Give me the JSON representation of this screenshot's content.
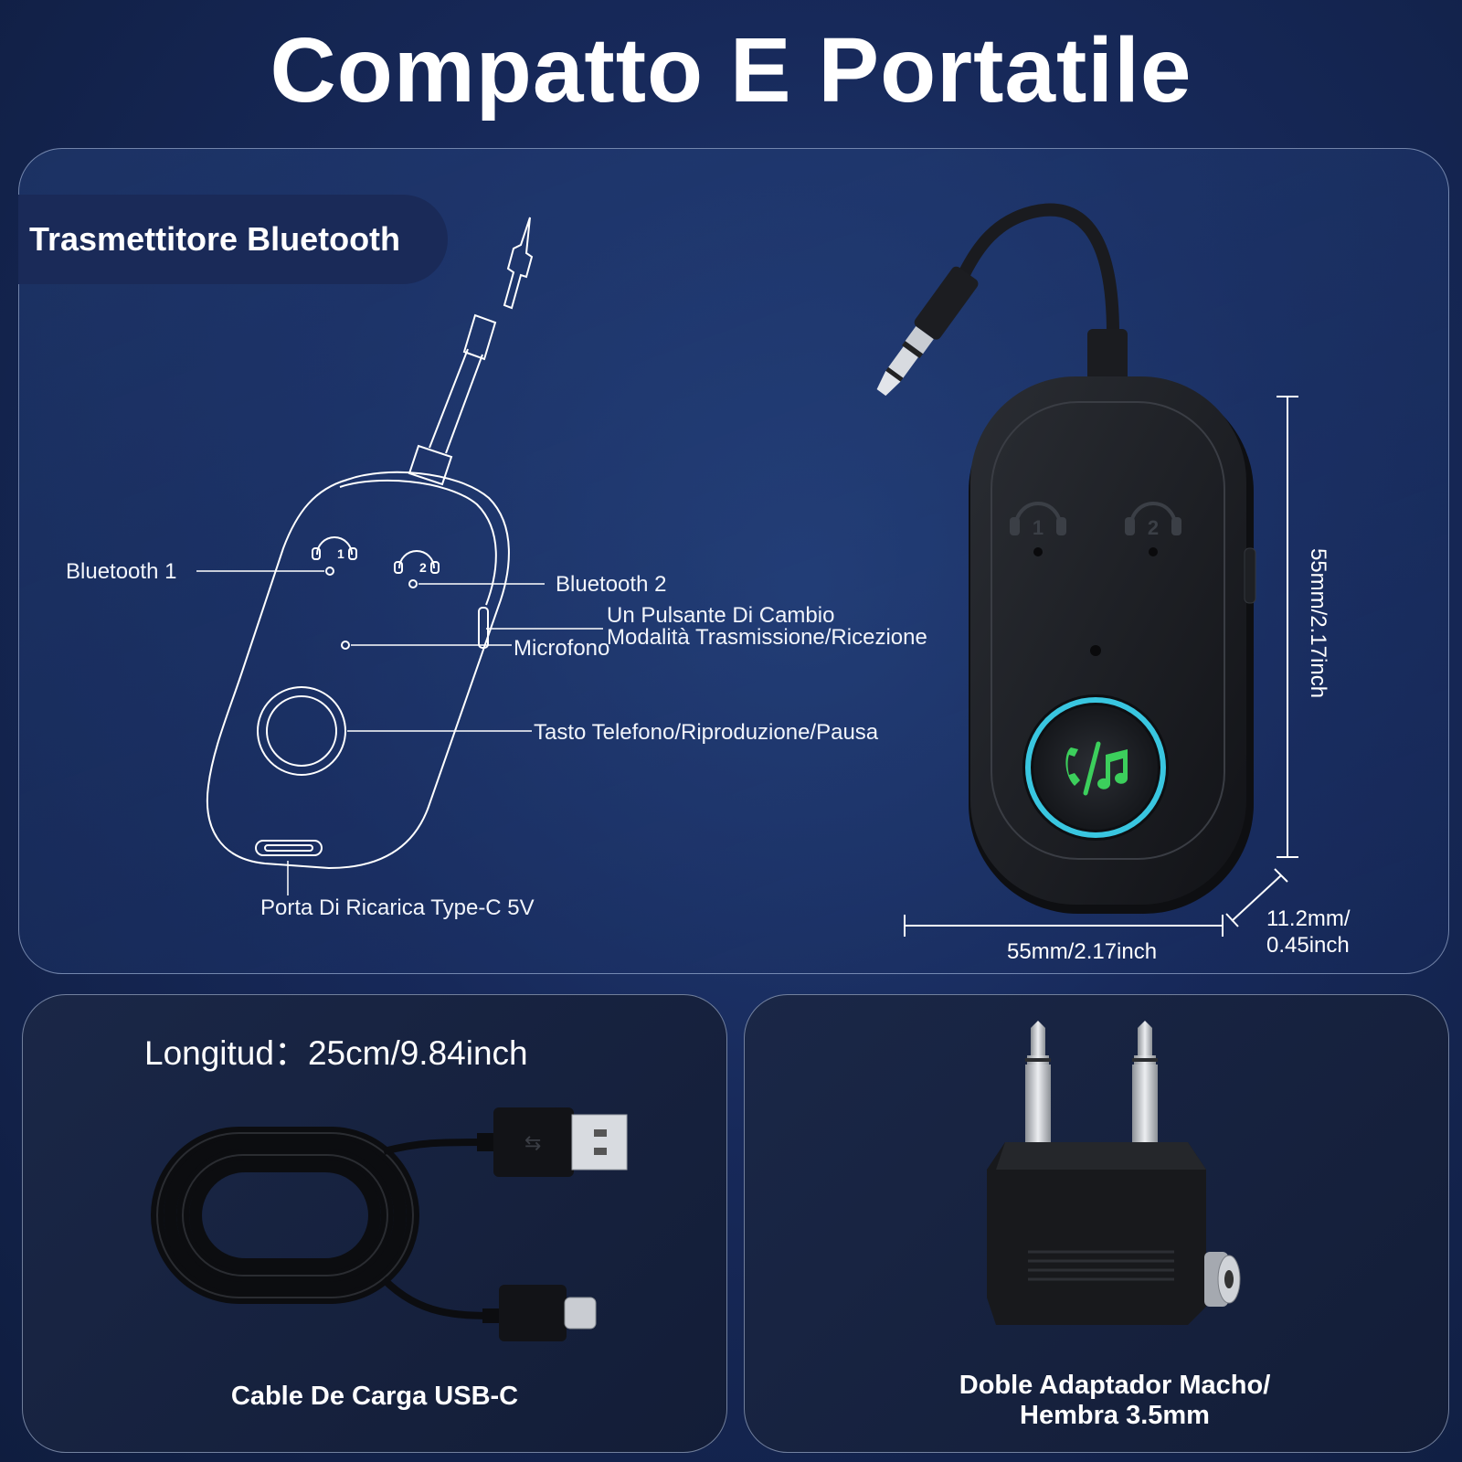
{
  "title": "Compatto E Portatile",
  "section_tab": "Trasmettitore Bluetooth",
  "callouts": {
    "bluetooth1": "Bluetooth 1",
    "bluetooth2": "Bluetooth 2",
    "mode_switch_line1": "Un Pulsante Di Cambio",
    "mode_switch_line2": "Modalità Trasmissione/Ricezione",
    "microphone": "Microfono",
    "phone_button": "Tasto Telefono/Riproduzione/Pausa",
    "charging_port": "Porta Di Ricarica Type-C 5V"
  },
  "dimensions": {
    "height": "55mm/2.17inch",
    "width": "55mm/2.17inch",
    "depth_line1": "11.2mm/",
    "depth_line2": "0.45inch"
  },
  "cable": {
    "length": "Longitud：25cm/9.84inch",
    "caption": "Cable De Carga USB-C"
  },
  "adapter": {
    "caption_line1": "Doble Adaptador Macho/",
    "caption_line2": "Hembra 3.5mm"
  },
  "device_marks": {
    "hp1": "1",
    "hp2": "2"
  },
  "colors": {
    "background": "#17295a",
    "ring": "#39c6e0",
    "button_icon": "#3ccf5c",
    "device_body": "#1c1e22"
  },
  "icons": [
    "headphone-icon",
    "phone-music-icon",
    "usb-icon"
  ]
}
